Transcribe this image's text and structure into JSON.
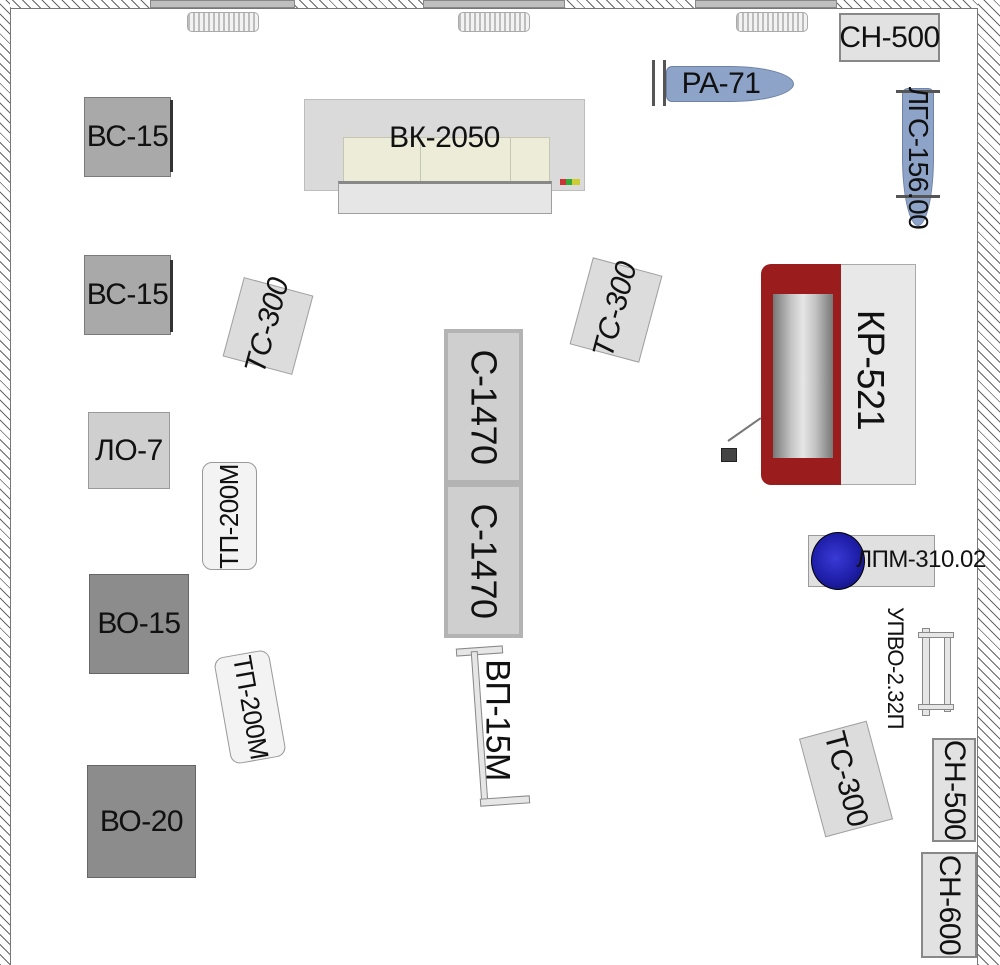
{
  "plan": {
    "equipment": {
      "vs15_a": "ВС-15",
      "vs15_b": "ВС-15",
      "lo7": "ЛО-7",
      "vo15": "ВО-15",
      "vo20": "ВО-20",
      "vk2050": "ВК-2050",
      "ts300_a": "ТС-300",
      "ts300_b": "ТС-300",
      "ts300_c": "ТС-300",
      "tp200m_a": "ТП-200М",
      "tp200m_b": "ТП-200М",
      "s1470_a": "С-1470",
      "s1470_b": "С-1470",
      "vp15m": "ВП-15М",
      "ra71": "РА-71",
      "lgs156": "ЛГС-156.00",
      "sn500_a": "СН-500",
      "sn500_b": "СН-500",
      "sn600": "СН-600",
      "kr521": "КР-521",
      "lpm310": "ЛПМ-310.02",
      "upvo": "УПВО-2.32П"
    },
    "colors": {
      "wall_hatch": "#666666",
      "dark_gray": "#8c8c8c",
      "kr_red": "#9b1c1c",
      "blue_press": "#8ea3c8",
      "lpm_blue": "#1e1ea8"
    }
  }
}
